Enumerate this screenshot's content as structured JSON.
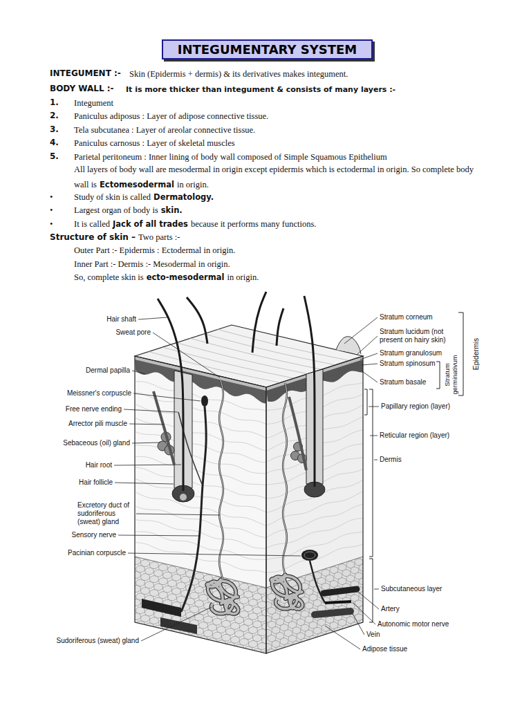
{
  "diagram": {
    "title": "INTEGUMENTARY SYSTEM",
    "labels": [
      "INTEGUMENT :-",
      "Skin (Epidermis + dermis) & its derivatives makes integument.",
      "BODY WALL :-",
      "It is more thicker than integument & consists of many layers :-",
      "1.",
      "Integument",
      "2.",
      "Paniculus adiposus : Layer of adipose connective tissue.",
      "3.",
      "Tela subcutanea : Layer of areolar connective tissue.",
      "4.",
      "Paniculus carnosus : Layer of skeletal muscles",
      "5.",
      "Parietal peritoneum : Inner lining of body wall composed of Simple Squamous Epithelium",
      "All layers of body wall are mesodermal in origin except epidermis which is ectodermal in origin. So complete body wall is",
      "Ectomesodermal",
      "in origin.",
      "•",
      "Study of skin is called",
      "Dermatology.",
      "•",
      "Largest organ of body is",
      "skin.",
      "•",
      "It is called",
      "Jack of all trades",
      "because it performs many functions.",
      "Structure of skin –",
      "Two parts :-",
      "Outer Part :- Epidermis : Ectodermal in origin.",
      "Inner Part :- Dermis :- Mesodermal in origin.",
      "So, complete skin is",
      "ecto-mesodermal",
      "in origin.",
      "Hair shaft",
      "Sweat pore",
      "Dermal papilla",
      "Meissner's corpuscle",
      "Free nerve ending",
      "Arrector pili muscle",
      "Sebaceous (oil) gland",
      "Hair root",
      "Hair follicle",
      "Excretory duct of sudoriferous (sweat) gland",
      "Sensory nerve",
      "Pacinian corpuscle",
      "Sudoriferous (sweat) gland",
      "Stratum corneum",
      "Stratum lucidum (not present on hairy skin)",
      "Stratum granulosum",
      "Stratum spinosum",
      "Stratum basale",
      "Stratum germinativum",
      "Epidermis",
      "Papillary region (layer)",
      "Reticular region (layer)",
      "Dermis",
      "Subcutaneous layer",
      "Artery",
      "Autonomic motor nerve",
      "Vein",
      "Adipose tissue"
    ]
  }
}
